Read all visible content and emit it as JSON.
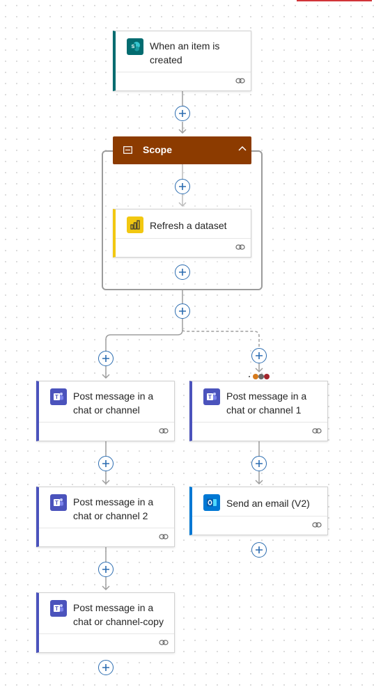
{
  "flow": {
    "trigger": {
      "title": "When an item is created",
      "icon": "sharepoint-icon",
      "accent": "#036c70"
    },
    "scope": {
      "title": "Scope",
      "icon": "scope-icon",
      "color": "#8c3b00"
    },
    "refresh": {
      "title": "Refresh a dataset",
      "icon": "powerbi-icon",
      "accent": "#f2c811"
    },
    "post_left_1": {
      "title": "Post message in a chat or channel",
      "icon": "teams-icon",
      "accent": "#4b53bc"
    },
    "post_right_1": {
      "title": "Post message in a chat or channel 1",
      "icon": "teams-icon",
      "accent": "#4b53bc"
    },
    "post_left_2": {
      "title": "Post message in a chat or channel 2",
      "icon": "teams-icon",
      "accent": "#4b53bc"
    },
    "send_email": {
      "title": "Send an email (V2)",
      "icon": "outlook-icon",
      "accent": "#0078d4"
    },
    "post_left_copy": {
      "title": "Post message in a chat or channel-copy",
      "icon": "teams-icon",
      "accent": "#4b53bc"
    }
  },
  "status_dots": [
    "#d67a1c",
    "#6b6b6b",
    "#a4262c"
  ]
}
